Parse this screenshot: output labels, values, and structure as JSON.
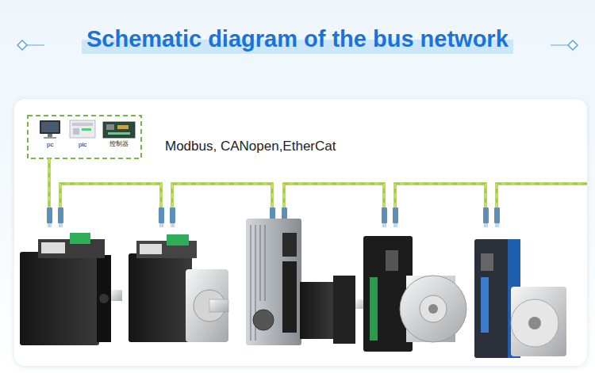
{
  "diagram": {
    "title": "Schematic diagram of the bus network",
    "labels": [
      "pc",
      "plc",
      "控制器",
      "Modbus, CANopen,EtherCat"
    ]
  }
}
